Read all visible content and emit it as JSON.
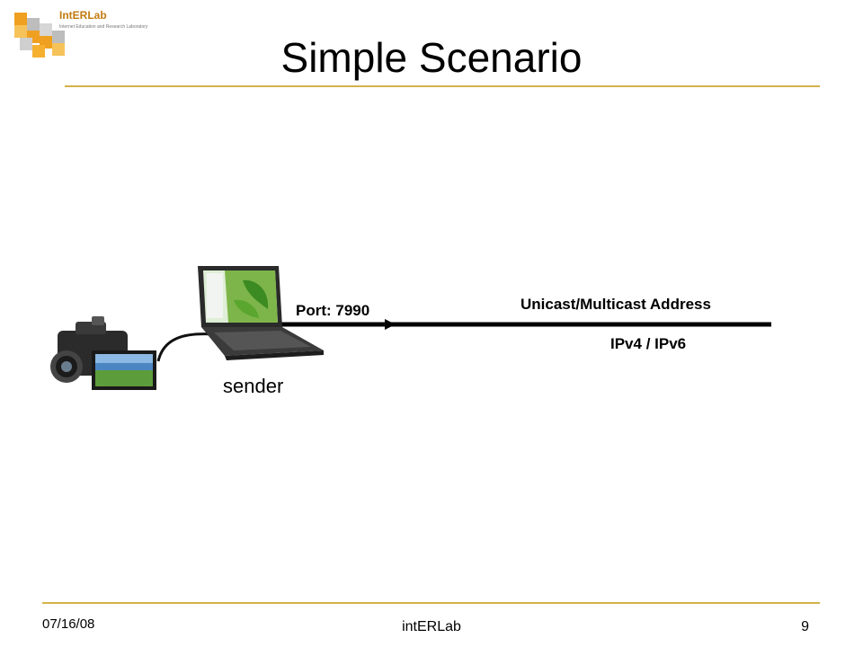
{
  "slide": {
    "title": "Simple Scenario",
    "logo_name": "IntERLab",
    "logo_tagline": "Internet Education and Research Laboratory"
  },
  "diagram": {
    "sender_label": "sender",
    "port_label": "Port: 7990",
    "address_label": "Unicast/Multicast Address",
    "ip_label": "IPv4 / IPv6"
  },
  "footer": {
    "date": "07/16/08",
    "center": "intERLab",
    "page": "9"
  },
  "colors": {
    "accent_rule": "#d4b24a",
    "logo_orange": "#f0a020",
    "logo_gray": "#b8b8b8"
  }
}
